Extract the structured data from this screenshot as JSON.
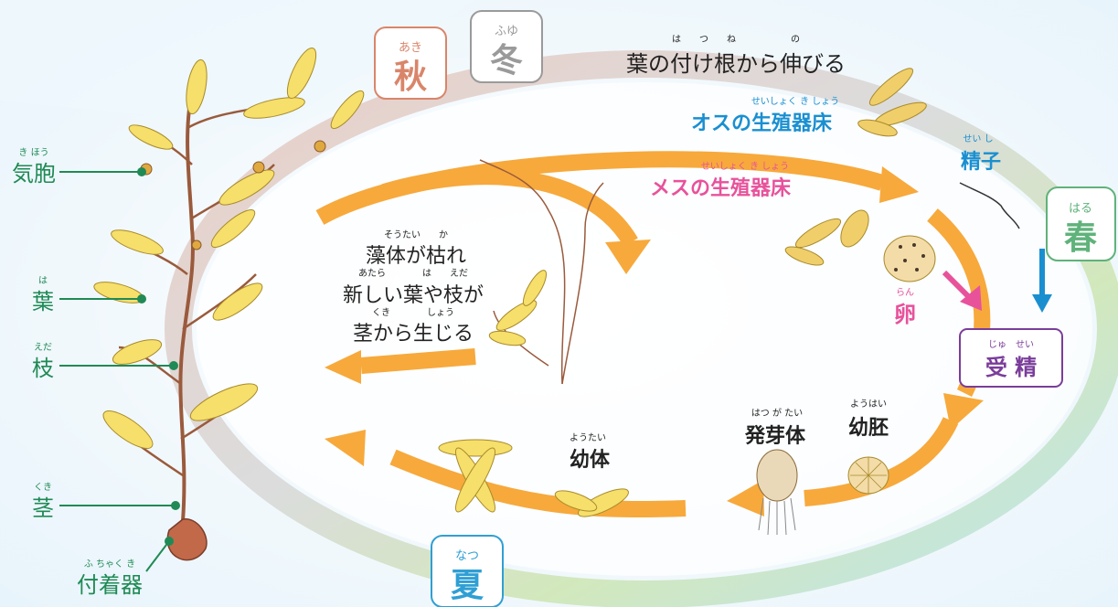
{
  "seasons": {
    "autumn": {
      "furigana": "あき",
      "kanji": "秋",
      "color": "#d9856a"
    },
    "winter": {
      "furigana": "ふゆ",
      "kanji": "冬",
      "color": "#9a9a9a"
    },
    "spring": {
      "furigana": "はる",
      "kanji": "春",
      "color": "#5fb27a"
    },
    "summer": {
      "furigana": "なつ",
      "kanji": "夏",
      "color": "#2f9fd4"
    }
  },
  "plant_parts": [
    {
      "furigana": "き ほう",
      "label": "気胞"
    },
    {
      "furigana": "は",
      "label": "葉"
    },
    {
      "furigana": "えだ",
      "label": "枝"
    },
    {
      "furigana": "くき",
      "label": "茎"
    },
    {
      "furigana": "ふ ちゃく き",
      "label": "付着器"
    }
  ],
  "stages": {
    "leaf_base": {
      "furigana": "は　　つ　　ね　　　　　　の",
      "text": "葉の付け根から伸びる"
    },
    "male_receptacle": {
      "furigana": "せいしょく き しょう",
      "text": "オスの生殖器床",
      "color": "#1a8fd0"
    },
    "female_receptacle": {
      "furigana": "せいしょく き しょう",
      "text": "メスの生殖器床",
      "color": "#e8529b"
    },
    "sperm": {
      "furigana": "せい し",
      "text": "精子",
      "color": "#1a8fd0"
    },
    "egg": {
      "furigana": "らん",
      "text": "卵",
      "color": "#e8529b"
    },
    "fertilization": {
      "furigana": "じゅ　せい",
      "text": "受 精",
      "color": "#7a3d9a"
    },
    "embryo": {
      "furigana": "ようはい",
      "text": "幼胚"
    },
    "germling": {
      "furigana": "はつ が たい",
      "text": "発芽体"
    },
    "juvenile": {
      "furigana": "ようたい",
      "text": "幼体"
    }
  },
  "regrowth_text": {
    "line1_furigana": "そうたい　　か",
    "line1": "藻体が枯れ",
    "line2_furigana": "あたら　　　　は　　えだ",
    "line2": "新しい葉や枝が",
    "line3_furigana": "くき　　　　しょう",
    "line3": "茎から生じる"
  },
  "colors": {
    "arrow": "#f7a93b",
    "label_line": "#1f8a55",
    "plant_fill": "#f6df6a",
    "stem": "#9a5a3c"
  }
}
